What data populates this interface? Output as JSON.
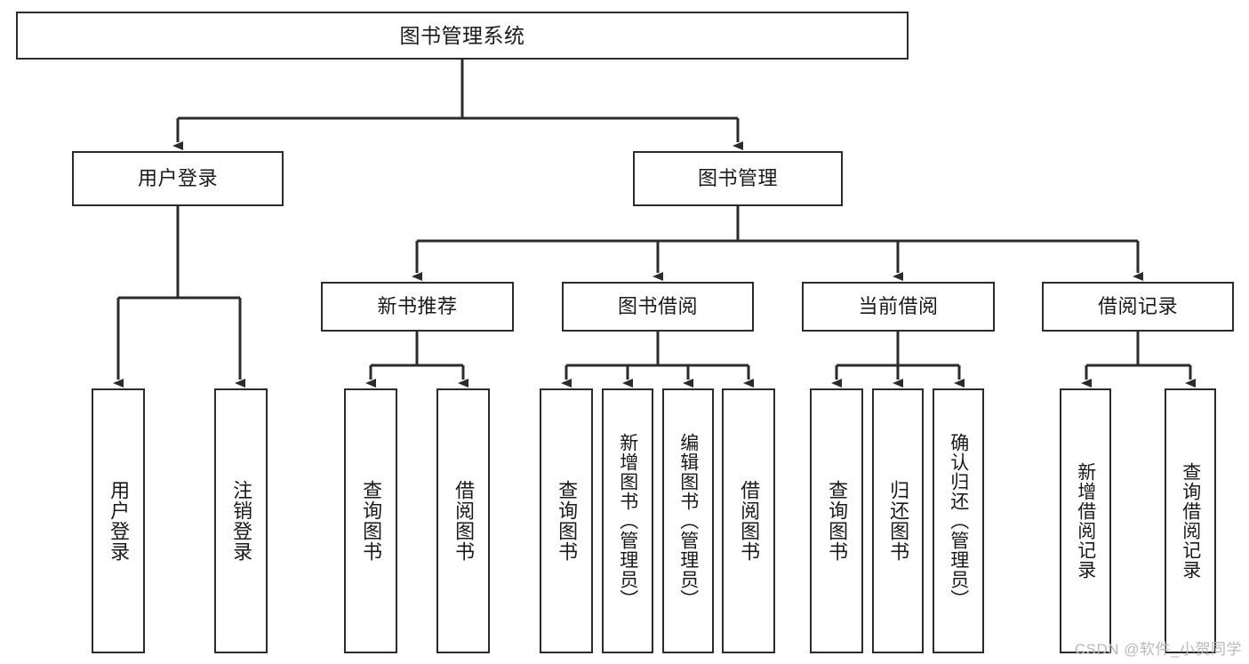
{
  "diagram": {
    "title": "图书管理系统",
    "type": "tree-hierarchy-diagram",
    "watermark": "CSDN @软件_小贺同学",
    "colors": {
      "box_border": "#2b2b2b",
      "box_fill": "#ffffff",
      "connector": "#2b2b2b",
      "text": "#1a1a1a",
      "watermark": "#b9b9b9",
      "background": "#ffffff"
    },
    "root": {
      "label": "图书管理系统"
    },
    "level2": [
      {
        "label": "用户登录"
      },
      {
        "label": "图书管理"
      }
    ],
    "level3": [
      {
        "label": "新书推荐"
      },
      {
        "label": "图书借阅"
      },
      {
        "label": "当前借阅"
      },
      {
        "label": "借阅记录"
      }
    ],
    "leaves": {
      "user_login": [
        {
          "label": "用户登录"
        },
        {
          "label": "注销登录"
        }
      ],
      "new_book_recommend": [
        {
          "label": "查询图书"
        },
        {
          "label": "借阅图书"
        }
      ],
      "book_borrow": [
        {
          "label": "查询图书"
        },
        {
          "label": "新增图书（管理员）"
        },
        {
          "label": "编辑图书（管理员）"
        },
        {
          "label": "借阅图书"
        }
      ],
      "current_borrow": [
        {
          "label": "查询图书"
        },
        {
          "label": "归还图书"
        },
        {
          "label": "确认归还（管理员）"
        }
      ],
      "borrow_record": [
        {
          "label": "新增借阅记录"
        },
        {
          "label": "查询借阅记录"
        }
      ]
    }
  }
}
